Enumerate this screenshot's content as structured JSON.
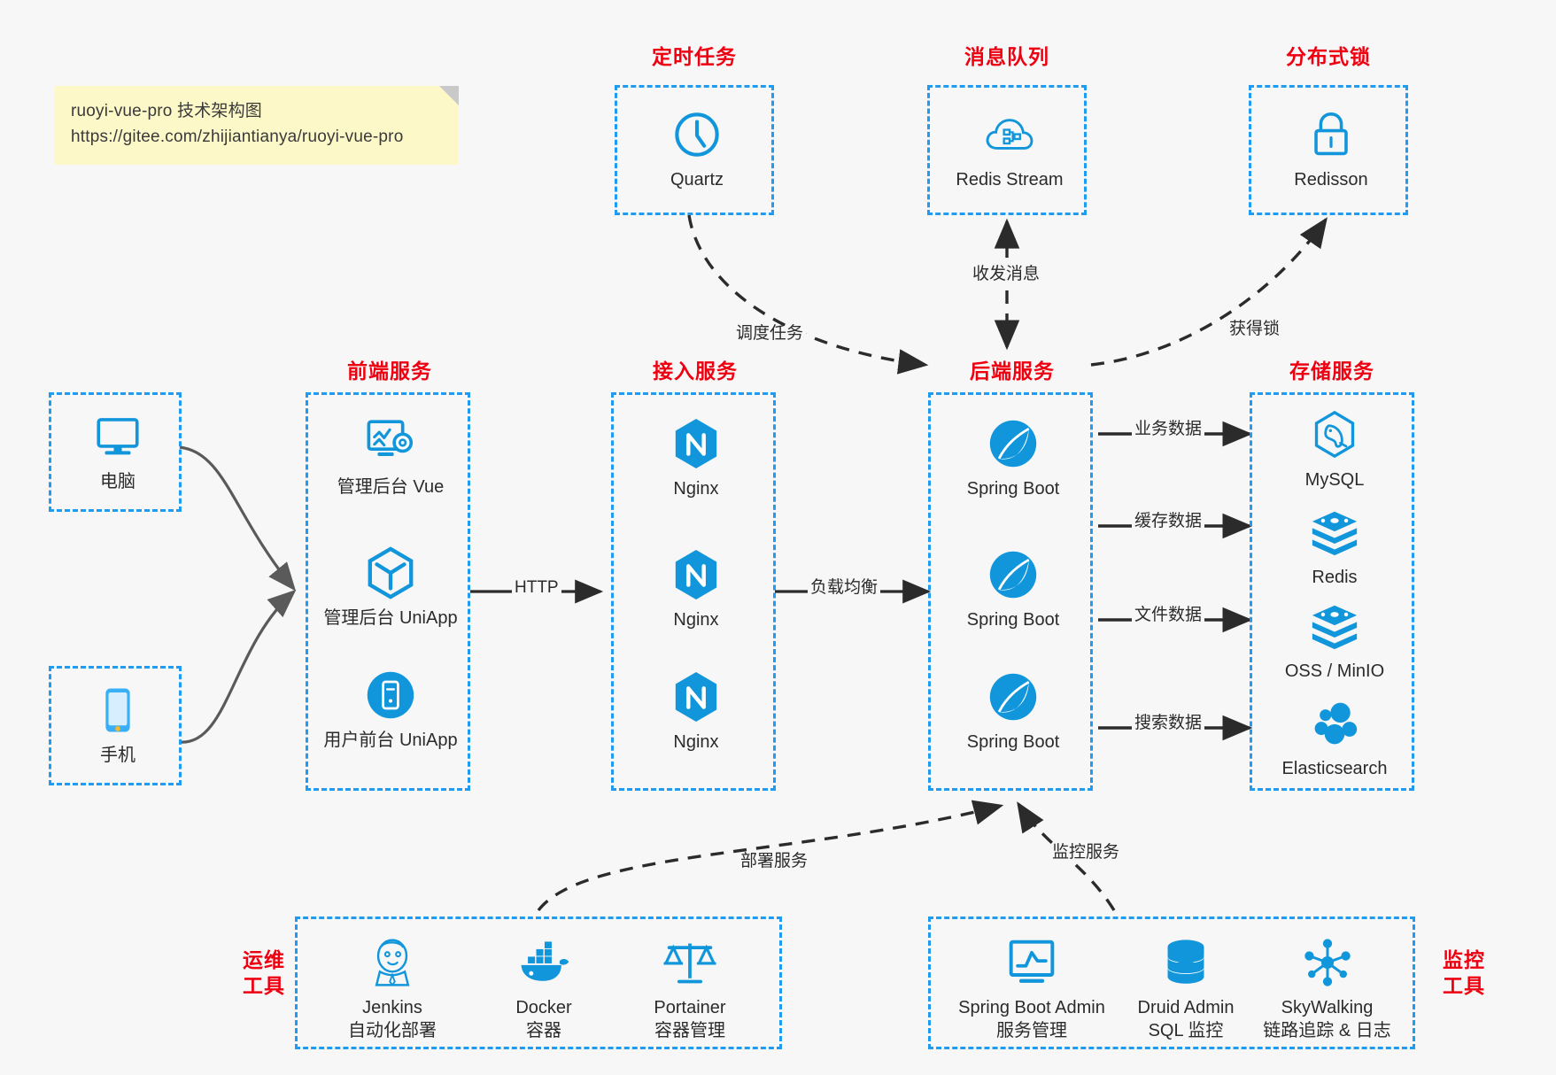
{
  "note": {
    "line1": "ruoyi-vue-pro 技术架构图",
    "line2": "https://gitee.com/zhijiantianya/ruoyi-vue-pro"
  },
  "colors": {
    "accent_blue": "#1f9bf0",
    "icon_blue": "#1296db",
    "group_label_red": "#ee0011",
    "edge_dark": "#2b2b2b",
    "edge_gray": "#5a5a5a",
    "background": "#f7f7f7",
    "note_yellow": "#fcf8c8"
  },
  "groups": {
    "scheduled_task": {
      "title": "定时任务",
      "nodes": [
        {
          "label": "Quartz",
          "icon": "clock-icon"
        }
      ]
    },
    "message_queue": {
      "title": "消息队列",
      "nodes": [
        {
          "label": "Redis Stream",
          "icon": "cloud-stream-icon"
        }
      ]
    },
    "distributed_lock": {
      "title": "分布式锁",
      "nodes": [
        {
          "label": "Redisson",
          "icon": "lock-icon"
        }
      ]
    },
    "client_pc": {
      "title": "",
      "nodes": [
        {
          "label": "电脑",
          "icon": "desktop-icon"
        }
      ]
    },
    "client_mobile": {
      "title": "",
      "nodes": [
        {
          "label": "手机",
          "icon": "phone-icon"
        }
      ]
    },
    "frontend": {
      "title": "前端服务",
      "nodes": [
        {
          "label": "管理后台 Vue",
          "icon": "dashboard-gear-icon"
        },
        {
          "label": "管理后台 UniApp",
          "icon": "cube-icon"
        },
        {
          "label": "用户前台 UniApp",
          "icon": "mobile-circle-icon"
        }
      ]
    },
    "access": {
      "title": "接入服务",
      "nodes": [
        {
          "label": "Nginx",
          "icon": "nginx-icon"
        },
        {
          "label": "Nginx",
          "icon": "nginx-icon"
        },
        {
          "label": "Nginx",
          "icon": "nginx-icon"
        }
      ]
    },
    "backend": {
      "title": "后端服务",
      "nodes": [
        {
          "label": "Spring Boot",
          "icon": "spring-boot-icon"
        },
        {
          "label": "Spring Boot",
          "icon": "spring-boot-icon"
        },
        {
          "label": "Spring Boot",
          "icon": "spring-boot-icon"
        }
      ]
    },
    "storage": {
      "title": "存储服务",
      "nodes": [
        {
          "label": "MySQL",
          "icon": "mysql-icon"
        },
        {
          "label": "Redis",
          "icon": "redis-icon"
        },
        {
          "label": "OSS / MinIO",
          "icon": "redis-icon"
        },
        {
          "label": "Elasticsearch",
          "icon": "elasticsearch-icon"
        }
      ]
    },
    "devops": {
      "title": "运维\n工具",
      "title_line1": "运维",
      "title_line2": "工具",
      "nodes": [
        {
          "label": "Jenkins",
          "sublabel": "自动化部署",
          "icon": "jenkins-icon"
        },
        {
          "label": "Docker",
          "sublabel": "容器",
          "icon": "docker-icon"
        },
        {
          "label": "Portainer",
          "sublabel": "容器管理",
          "icon": "scales-icon"
        }
      ]
    },
    "monitoring": {
      "title_line1": "监控",
      "title_line2": "工具",
      "nodes": [
        {
          "label": "Spring Boot Admin",
          "sublabel": "服务管理",
          "icon": "monitor-chart-icon"
        },
        {
          "label": "Druid Admin",
          "sublabel": "SQL 监控",
          "icon": "database-icon"
        },
        {
          "label": "SkyWalking",
          "sublabel": "链路追踪 & 日志",
          "icon": "skywalking-icon"
        }
      ]
    }
  },
  "edges": [
    {
      "id": "edge-http",
      "label": "HTTP",
      "style": "solid"
    },
    {
      "id": "edge-load-balance",
      "label": "负载均衡",
      "style": "solid"
    },
    {
      "id": "edge-schedule-task",
      "label": "调度任务",
      "style": "dashed"
    },
    {
      "id": "edge-send-receive-message",
      "label": "收发消息",
      "style": "dashed"
    },
    {
      "id": "edge-acquire-lock",
      "label": "获得锁",
      "style": "dashed"
    },
    {
      "id": "edge-business-data",
      "label": "业务数据",
      "style": "solid"
    },
    {
      "id": "edge-cache-data",
      "label": "缓存数据",
      "style": "solid"
    },
    {
      "id": "edge-file-data",
      "label": "文件数据",
      "style": "solid"
    },
    {
      "id": "edge-search-data",
      "label": "搜索数据",
      "style": "solid"
    },
    {
      "id": "edge-deploy-service",
      "label": "部署服务",
      "style": "dashed"
    },
    {
      "id": "edge-monitor-service",
      "label": "监控服务",
      "style": "dashed"
    }
  ]
}
